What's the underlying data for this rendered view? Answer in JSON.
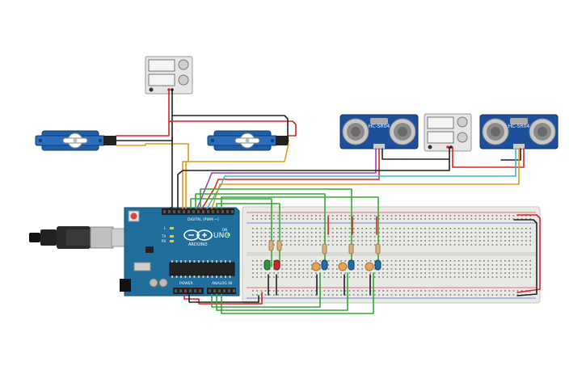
{
  "board": {
    "brand": "ARDUINO",
    "model": "UNO",
    "digital_label": "DIGITAL (PWM ~)",
    "power_label": "POWER",
    "analog_label": "ANALOG IN",
    "tx_label": "TX",
    "rx_label": "RX",
    "l_label": "L",
    "on_label": "ON"
  },
  "sensors": [
    {
      "label": "HC-SR04"
    },
    {
      "label": "HC-SR04"
    }
  ],
  "colors": {
    "arduino": "#1f6e9c",
    "sensor": "#1d4f9b",
    "servo": "#1e5fa8",
    "wire_red": "#e02020",
    "wire_black": "#202020",
    "wire_orange": "#e8961e",
    "wire_green": "#33aa33",
    "wire_purple": "#9b3fc4",
    "wire_cyan": "#3fb8c8",
    "led_green": "#2c9a3a",
    "led_red": "#c82a2a",
    "led_blue": "#1f6ea8"
  }
}
